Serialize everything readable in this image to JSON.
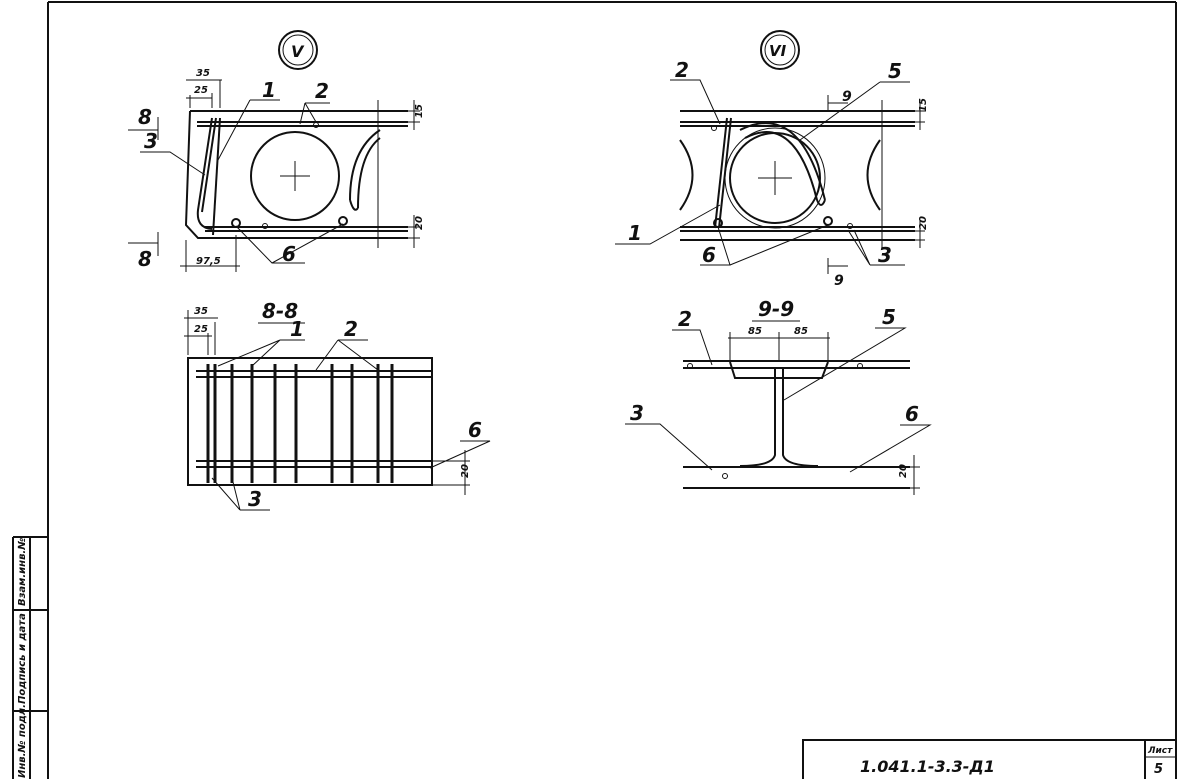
{
  "sheet": {
    "code": "1.041.1-3.3-Д1",
    "sheet_label": "Лист",
    "sheet_number": "5",
    "stamp": [
      "Взам.инв.№",
      "Подпись и дата",
      "Инв.№ подл."
    ]
  },
  "detail_v": {
    "marker": "V",
    "section_mark": "8",
    "dims": {
      "d35": "35",
      "d25": "25",
      "d97_5": "97,5",
      "d15": "15",
      "d20": "20"
    },
    "callouts": {
      "c1": "1",
      "c2": "2",
      "c3": "3",
      "c6": "6"
    }
  },
  "detail_vi": {
    "marker": "VI",
    "section_mark": "9",
    "dims": {
      "d15": "15",
      "d20": "20"
    },
    "callouts": {
      "c1": "1",
      "c2": "2",
      "c3": "3",
      "c5": "5",
      "c6": "6"
    }
  },
  "section_8": {
    "title": "8-8",
    "dims": {
      "d35": "35",
      "d25": "25",
      "d20": "20"
    },
    "callouts": {
      "c1": "1",
      "c2": "2",
      "c3": "3",
      "c6": "6"
    }
  },
  "section_9": {
    "title": "9-9",
    "dims": {
      "d85a": "85",
      "d85b": "85",
      "d20": "20"
    },
    "callouts": {
      "c2": "2",
      "c3": "3",
      "c5": "5",
      "c6": "6"
    }
  }
}
